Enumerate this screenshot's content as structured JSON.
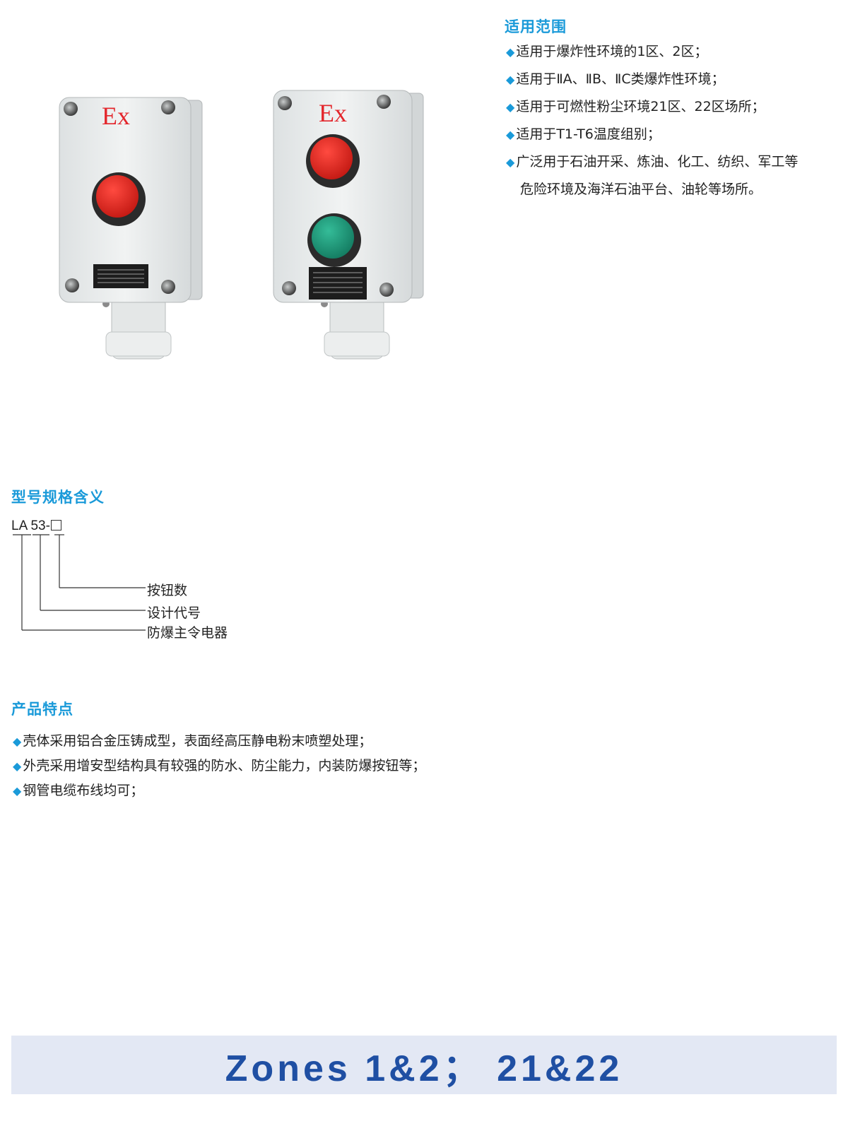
{
  "scope": {
    "heading": "适用范围",
    "items": [
      "适用于爆炸性环境的1区、2区；",
      "适用于ⅡA、ⅡB、ⅡC类爆炸性环境；",
      "适用于可燃性粉尘环境21区、22区场所；",
      "适用于T1-T6温度组别；",
      "广泛用于石油开采、炼油、化工、纺织、军工等"
    ],
    "continuation": "危险环境及海洋石油平台、油轮等场所。"
  },
  "products": {
    "left_mark": "Ex",
    "right_mark": "Ex",
    "left_buttons": [
      "red"
    ],
    "right_buttons": [
      "red",
      "green"
    ],
    "colors": {
      "housing": "#e9ecec",
      "red": "#e02a24",
      "green": "#1e9e80",
      "ring": "#2b2b2b",
      "mark": "#e3262c"
    }
  },
  "model": {
    "heading": "型号规格含义",
    "code_prefix": "LA 53-",
    "legend": [
      "按钮数",
      "设计代号",
      "防爆主令电器"
    ]
  },
  "features": {
    "heading": "产品特点",
    "items": [
      "壳体采用铝合金压铸成型，表面经高压静电粉末喷塑处理；",
      "外壳采用增安型结构具有较强的防水、防尘能力，内装防爆按钮等；",
      "钢管电缆布线均可；"
    ]
  },
  "banner": {
    "text": "Zones 1&2；  21&22",
    "background": "#e3e8f4",
    "color": "#1f4fa3"
  },
  "bullet_symbol": "◆"
}
